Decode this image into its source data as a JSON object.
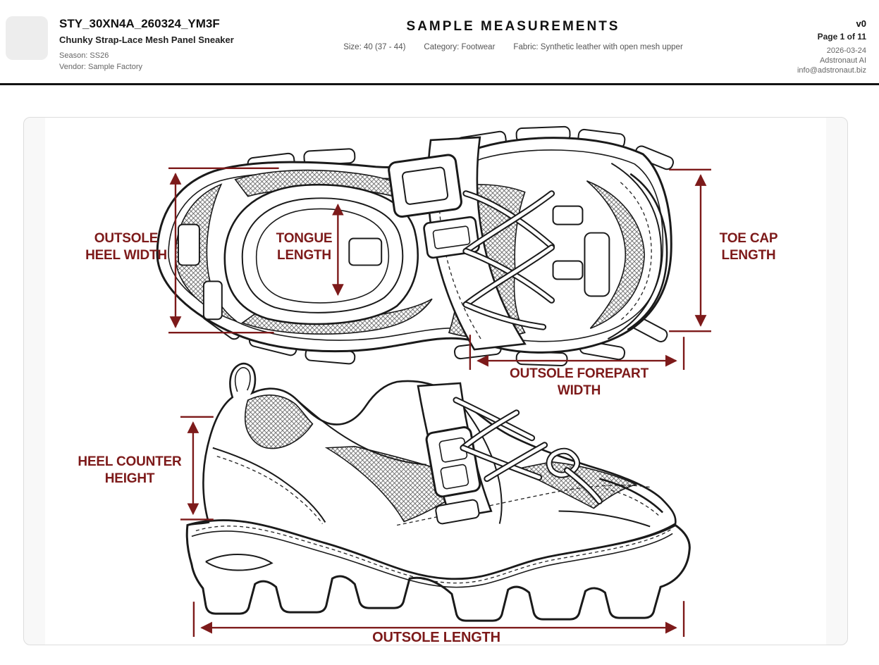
{
  "colors": {
    "maroon": "#7d1a1a",
    "ink": "#1a1a1a",
    "muted": "#666666",
    "divider": "#131313",
    "page_bg": "#ffffff",
    "panel_border": "#dddddd",
    "logo_bg": "#ededed"
  },
  "header": {
    "style_code": "STY_30XN4A_260324_YM3F",
    "style_name": "Chunky Strap-Lace Mesh Panel Sneaker",
    "season": "Season: SS26",
    "vendor": "Vendor: Sample Factory",
    "doc_title": "SAMPLE MEASUREMENTS",
    "size": "Size: 40 (37 - 44)",
    "category": "Category: Footwear",
    "fabric": "Fabric: Synthetic leather with open mesh upper",
    "version": "v0",
    "page": "Page 1 of 11",
    "date": "2026-03-24",
    "company": "Adstronaut AI",
    "email": "info@adstronaut.biz"
  },
  "measurements": {
    "outsole_heel_width": {
      "line1": "OUTSOLE",
      "line2": "HEEL WIDTH"
    },
    "tongue_length": {
      "line1": "TONGUE",
      "line2": "LENGTH"
    },
    "toe_cap_length": {
      "line1": "TOE CAP",
      "line2": "LENGTH"
    },
    "outsole_forepart_width": {
      "line1": "OUTSOLE FOREPART",
      "line2": "WIDTH"
    },
    "heel_counter_height": {
      "line1": "HEEL COUNTER",
      "line2": "HEIGHT"
    },
    "outsole_length": {
      "line1": "OUTSOLE LENGTH"
    }
  }
}
